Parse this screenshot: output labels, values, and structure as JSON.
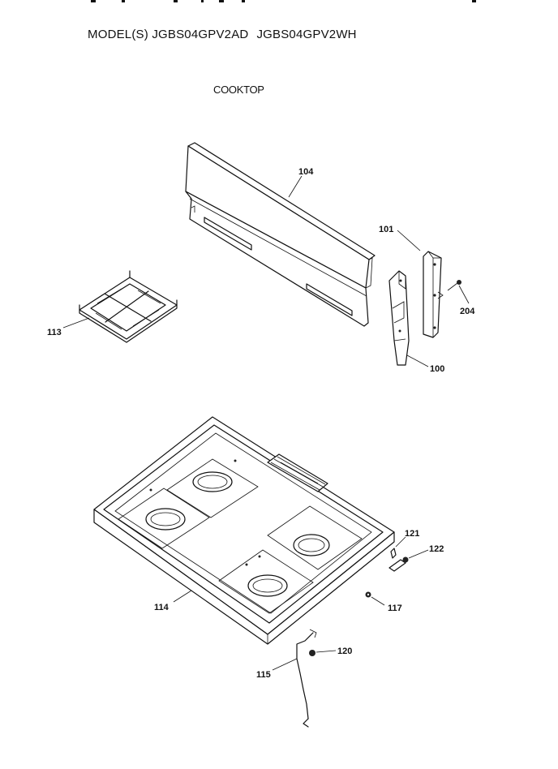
{
  "header": {
    "models_label": "MODEL(S)",
    "model_1": "JGBS04GPV2AD",
    "model_2": "JGBS04GPV2WH"
  },
  "section_title": "COOKTOP",
  "callouts": {
    "p104": "104",
    "p101": "101",
    "p204": "204",
    "p113": "113",
    "p100": "100",
    "p121": "121",
    "p122": "122",
    "p114": "114",
    "p117": "117",
    "p120": "120",
    "p115": "115"
  }
}
